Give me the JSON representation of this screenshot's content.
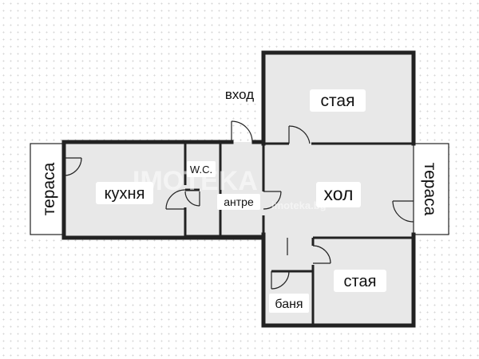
{
  "labels": {
    "entrance": "вход",
    "room_top": "стая",
    "room_bottom": "стая",
    "kitchen": "кухня",
    "wc": "W.C.",
    "hall": "антре",
    "living": "хол",
    "bathroom": "баня",
    "terrace_left": "тераса",
    "terrace_right": "тераса"
  },
  "watermark": {
    "logo": "IMOTEKA",
    "site": "imoteka.bg"
  },
  "colors": {
    "wall": "#222222",
    "floor": "#e8e8e8",
    "terrace": "#ffffff",
    "door": "#222222"
  }
}
